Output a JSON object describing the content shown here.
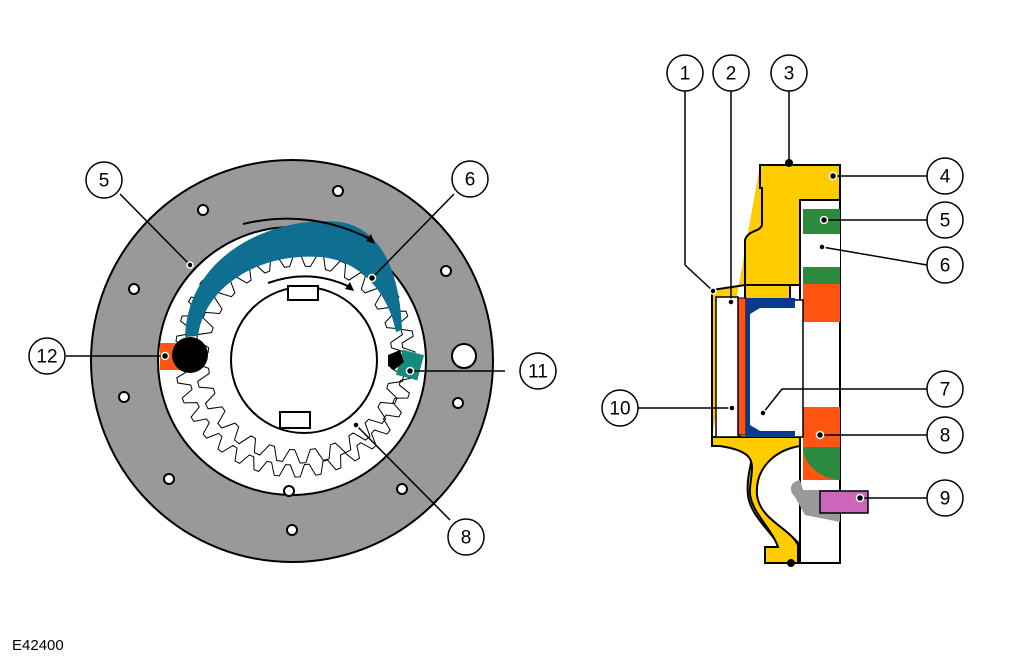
{
  "figure_id": "E42400",
  "colors": {
    "housing_gray": "#999999",
    "rotor_blue": "#0e6f91",
    "yellow_body": "#ffcc00",
    "green": "#2b8a3e",
    "orange": "#ff5511",
    "navy": "#0a3a8c",
    "teal": "#178a7e",
    "pink": "#cc66bb",
    "gray_part": "#999999"
  },
  "left_view": {
    "callouts": [
      {
        "id": "5",
        "label": "5"
      },
      {
        "id": "6",
        "label": "6"
      },
      {
        "id": "8",
        "label": "8"
      },
      {
        "id": "11",
        "label": "11"
      },
      {
        "id": "12",
        "label": "12"
      }
    ]
  },
  "right_view": {
    "callouts": [
      {
        "id": "1",
        "label": "1"
      },
      {
        "id": "2",
        "label": "2"
      },
      {
        "id": "3",
        "label": "3"
      },
      {
        "id": "4",
        "label": "4"
      },
      {
        "id": "5",
        "label": "5"
      },
      {
        "id": "6",
        "label": "6"
      },
      {
        "id": "7",
        "label": "7"
      },
      {
        "id": "8",
        "label": "8"
      },
      {
        "id": "9",
        "label": "9"
      },
      {
        "id": "10",
        "label": "10"
      }
    ]
  }
}
